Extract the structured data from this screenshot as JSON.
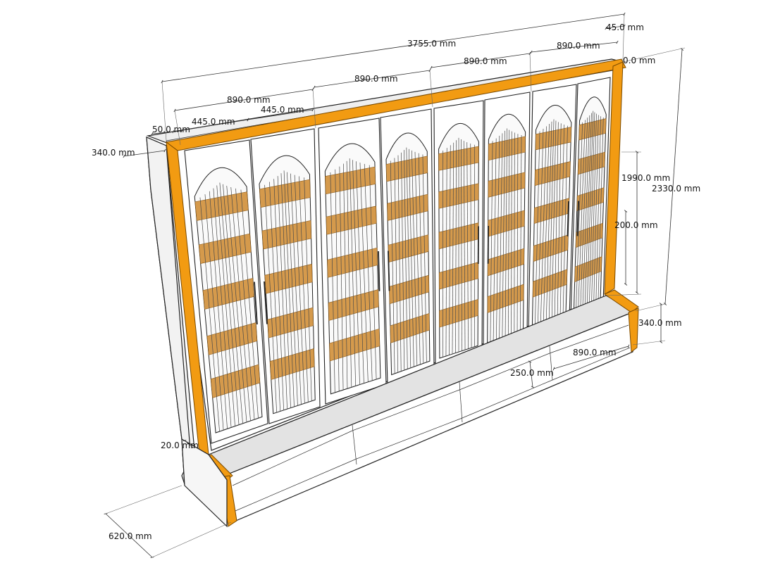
{
  "dimensions": {
    "total_width": "3755.0 mm",
    "top_right_offset": "45.0 mm",
    "top_right_thickness": "0.0 mm",
    "module_width": "890.0 mm",
    "door_width": "445.0 mm",
    "frame_thickness": "50.0 mm",
    "upper_depth": "340.0 mm",
    "door_height": "1990.0 mm",
    "total_height": "2330.0 mm",
    "shelf_spacing": "200.0 mm",
    "bench_depth": "340.0 mm",
    "drawer_width": "890.0 mm",
    "drawer_height": "250.0 mm",
    "bench_lip": "20.0 mm",
    "base_depth": "620.0 mm"
  },
  "colors": {
    "wood": "#d59a4c",
    "frame": "#f29b12",
    "panel": "#ffffff",
    "bench_top": "#e3e3e3",
    "side": "#f4f4f4",
    "bars": "#4a4a4a",
    "line": "#222222"
  }
}
